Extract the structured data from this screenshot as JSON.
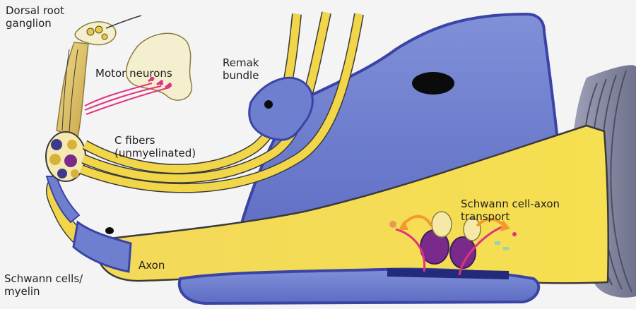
{
  "labels": {
    "dorsal_root_ganglion": "Dorsal root\nganglion",
    "motor_neurons": "Motor neurons",
    "remak_bundle": "Remak\nbundle",
    "c_fibers": "C fibers\n(unmyelinated)",
    "schwann_transport": "Schwann cell-axon\ntransport",
    "axon": "Axon",
    "schwann_myelin": "Schwann cells/\nmyelin"
  },
  "colors": {
    "background": "#f4f4f4",
    "axon_yellow": "#f2d64a",
    "schwann_blue": "#6f7fcf",
    "schwann_dark": "#3a44a6",
    "myelin_grey": "#8e8fa8",
    "nucleus_black": "#0b0b0b",
    "motor_magenta": "#e0337f",
    "transport_orange": "#f39a2e",
    "transporter_purple": "#7a2a8a"
  }
}
